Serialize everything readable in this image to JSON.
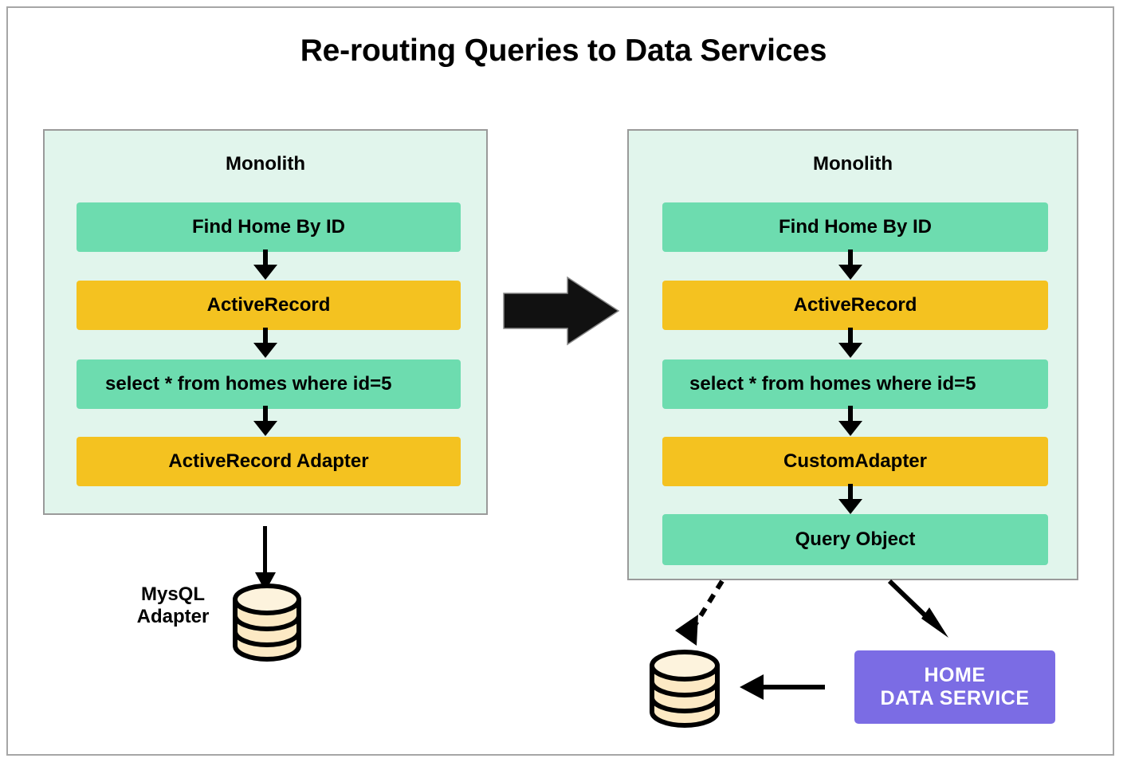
{
  "title": "Re-routing Queries to Data Services",
  "colors": {
    "green_box": "#6ddcaf",
    "yellow_box": "#f4c220",
    "panel_background": "#e1f5ec",
    "panel_border": "#9a9a9a",
    "service_purple": "#7b6ce4",
    "database_fill": "#fce9c4",
    "arrow_black": "#000000",
    "page_border": "#a6a6a6"
  },
  "left_panel": {
    "title": "Monolith",
    "boxes": [
      {
        "label": "Find Home By ID",
        "color": "green"
      },
      {
        "label": "ActiveRecord",
        "color": "yellow"
      },
      {
        "label": "select * from homes where id=5",
        "color": "green"
      },
      {
        "label": "ActiveRecord Adapter",
        "color": "yellow"
      }
    ]
  },
  "right_panel": {
    "title": "Monolith",
    "boxes": [
      {
        "label": "Find Home By ID",
        "color": "green"
      },
      {
        "label": "ActiveRecord",
        "color": "yellow"
      },
      {
        "label": "select * from homes where id=5",
        "color": "green"
      },
      {
        "label": "CustomAdapter",
        "color": "yellow"
      },
      {
        "label": "Query Object",
        "color": "green"
      }
    ]
  },
  "left_bottom": {
    "adapter_label_line1": "MysQL",
    "adapter_label_line2": "Adapter",
    "database_name": "database-cylinder"
  },
  "right_bottom": {
    "service_line1": "HOME",
    "service_line2": "DATA  SERVICE",
    "database_name": "database-cylinder"
  },
  "icons": {
    "transition_arrow": "block-arrow-right-icon",
    "flow_arrow": "arrow-down-icon",
    "dashed_arrow": "dashed-arrow-icon",
    "solid_arrow": "arrow-icon"
  }
}
